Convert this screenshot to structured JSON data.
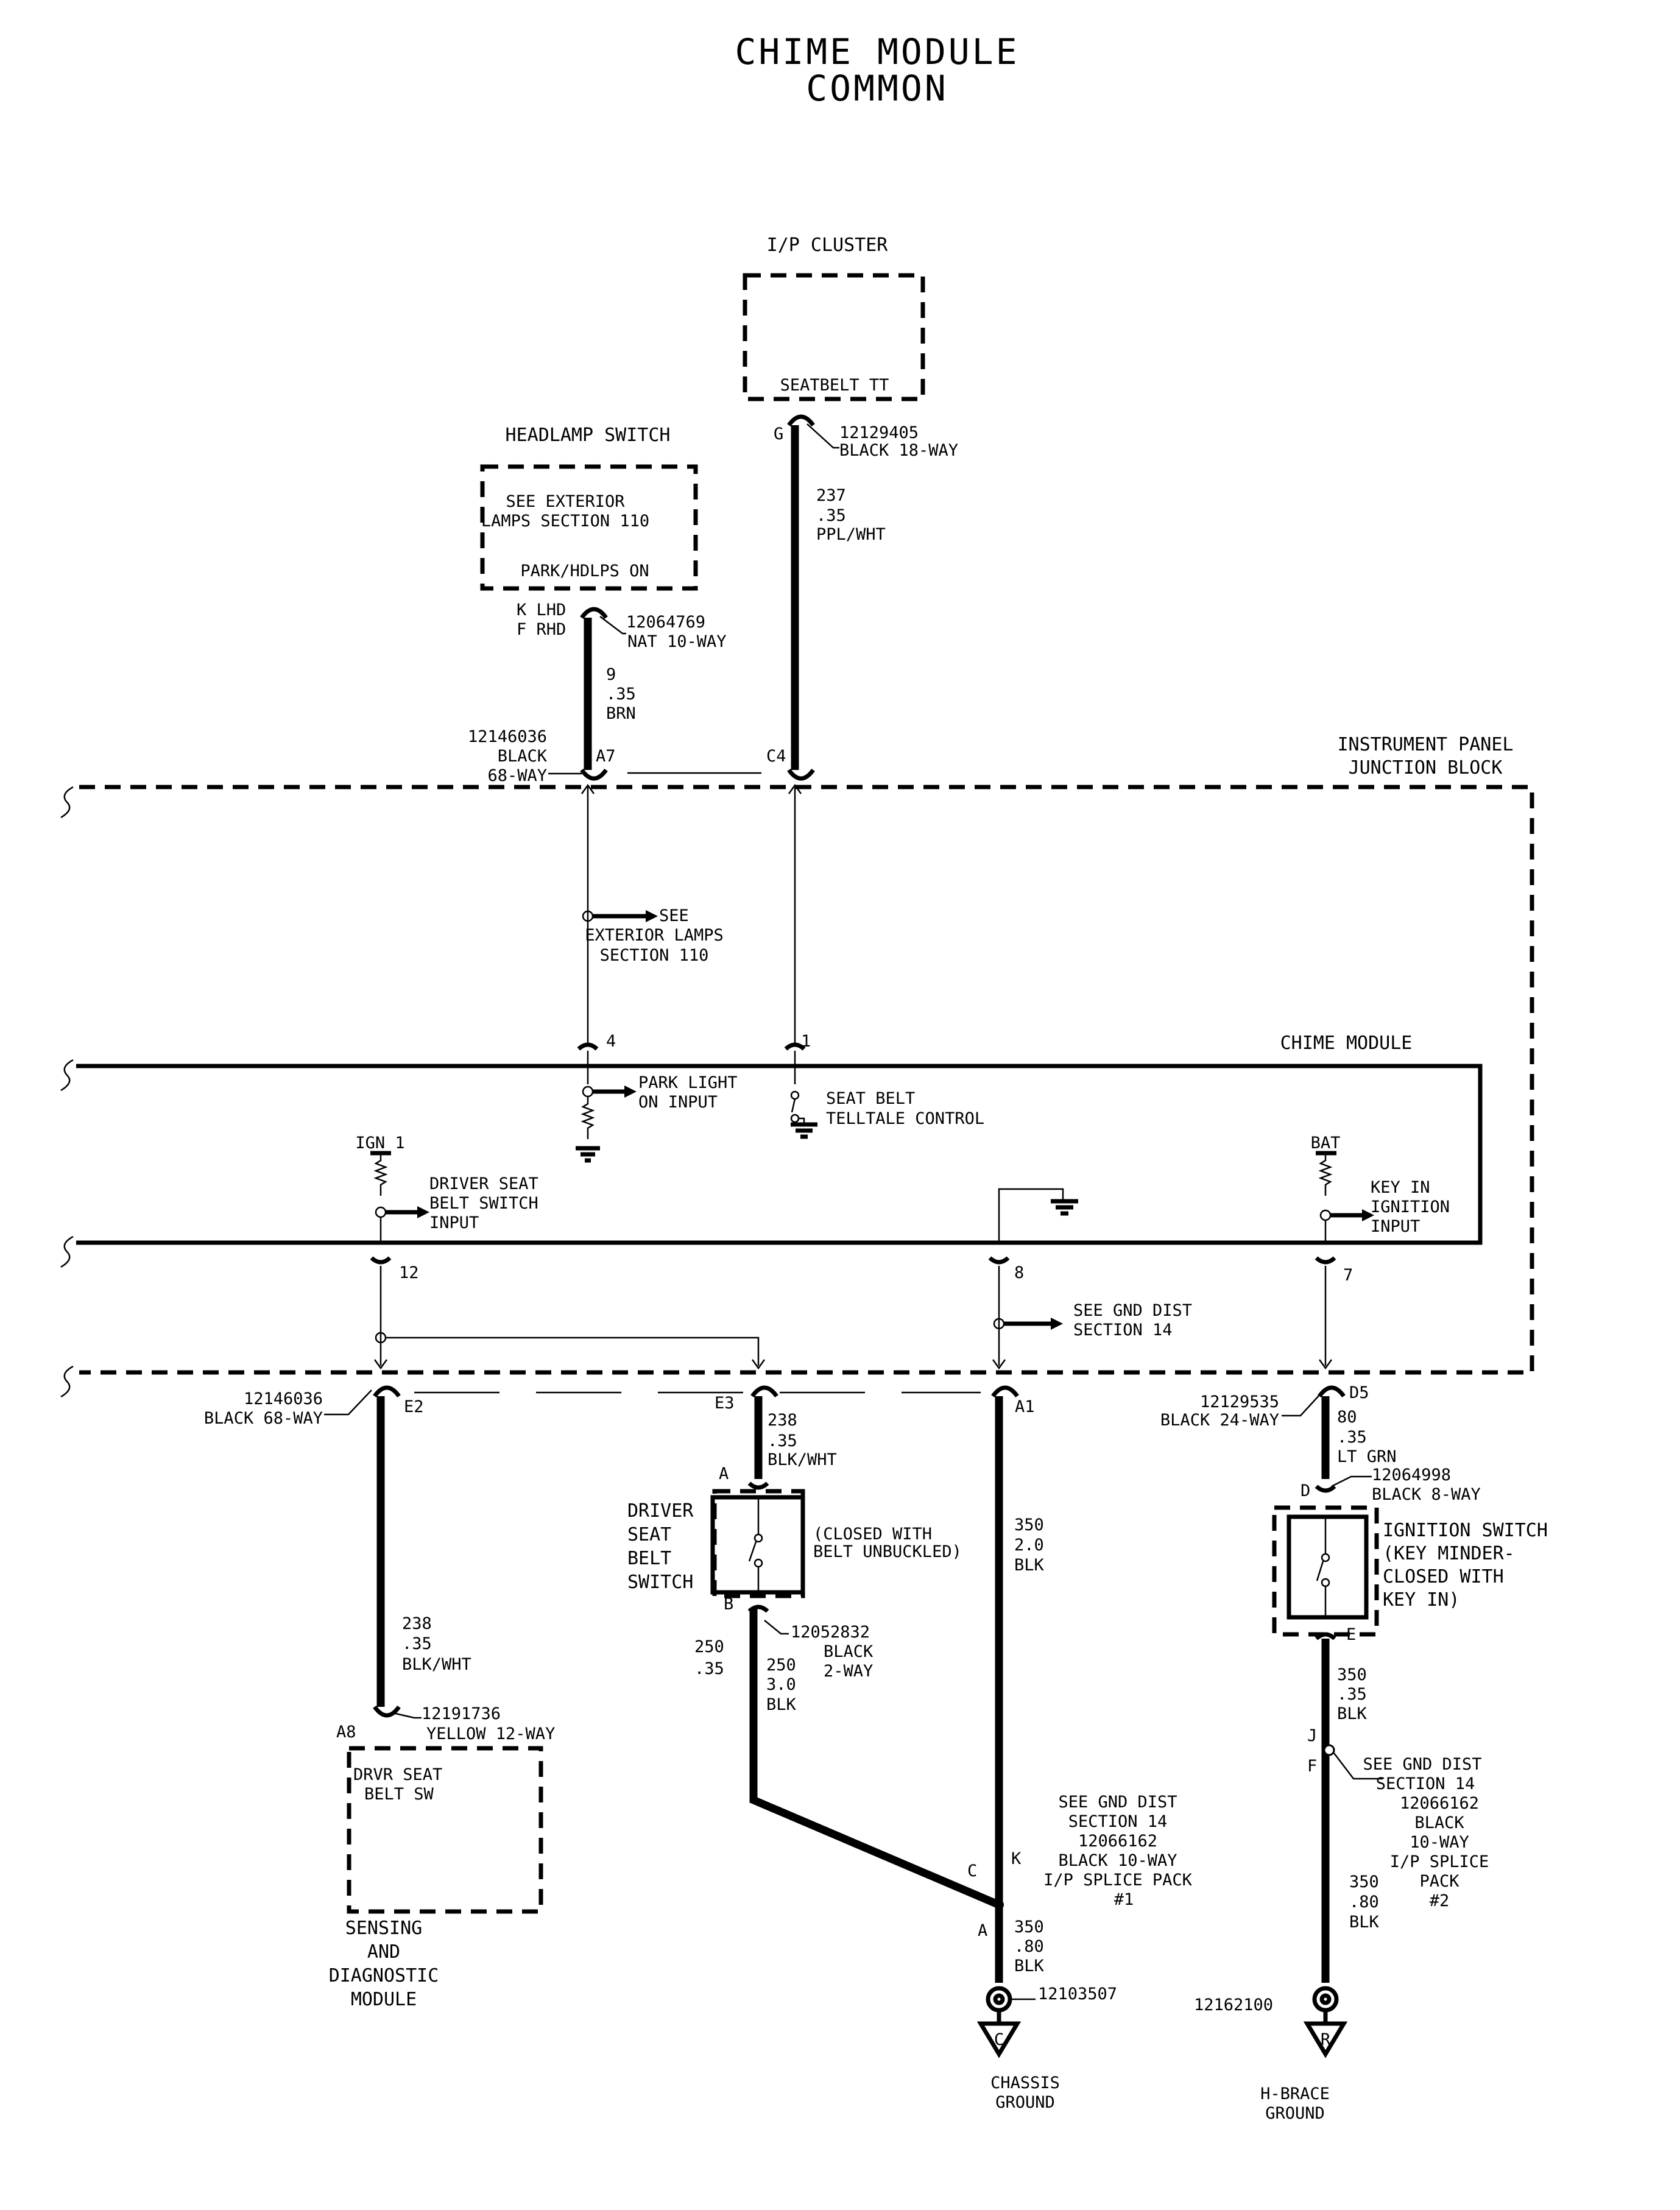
{
  "title": {
    "line1": "CHIME MODULE",
    "line2": "COMMON"
  },
  "components": {
    "ip_cluster": {
      "label": "I/P CLUSTER",
      "inner": "SEATBELT TT"
    },
    "headlamp_switch": {
      "label": "HEADLAMP SWITCH",
      "inner1": "SEE EXTERIOR",
      "inner2": "LAMPS SECTION 110",
      "inner3": "PARK/HDLPS ON"
    },
    "ipjb": {
      "label1": "INSTRUMENT PANEL",
      "label2": "JUNCTION BLOCK"
    },
    "chime_module": {
      "label": "CHIME MODULE"
    },
    "sdm": {
      "inner1": "DRVR SEAT",
      "inner2": "BELT SW",
      "label1": "SENSING",
      "label2": "AND",
      "label3": "DIAGNOSTIC",
      "label4": "MODULE"
    },
    "driver_seat_belt_switch": {
      "l1": "DRIVER",
      "l2": "SEAT",
      "l3": "BELT",
      "l4": "SWITCH",
      "note1": "(CLOSED WITH",
      "note2": "BELT UNBUCKLED)"
    },
    "ignition_switch": {
      "l1": "IGNITION SWITCH",
      "l2": "(KEY MINDER-",
      "l3": "CLOSED WITH",
      "l4": "KEY IN)"
    }
  },
  "connectors": {
    "ipc": {
      "pin": "G",
      "part": "12129405",
      "desc": "BLACK 18-WAY"
    },
    "hls": {
      "pin1": "K LHD",
      "pin2": "F RHD",
      "part": "12064769",
      "desc": "NAT 10-WAY"
    },
    "ipjb_top": {
      "part": "12146036",
      "color": "BLACK",
      "desc": "68-WAY",
      "pin_a7": "A7",
      "pin_c4": "C4"
    },
    "ipjb_bottom_left": {
      "part": "12146036",
      "desc": "BLACK 68-WAY",
      "pin_e2": "E2",
      "pin_e3": "E3",
      "pin_a1": "A1"
    },
    "ipjb_bottom_right": {
      "part": "12129535",
      "desc": "BLACK 24-WAY",
      "pin_d5": "D5"
    },
    "sdm": {
      "pin": "A8",
      "part": "12191736",
      "desc": "YELLOW 12-WAY"
    },
    "dsbs": {
      "pin_a": "A",
      "pin_b": "B",
      "part": "12052832",
      "desc1": "BLACK",
      "desc2": "2-WAY"
    },
    "ign": {
      "pin_d": "D",
      "pin_e": "E",
      "part": "12064998",
      "desc": "BLACK 8-WAY"
    },
    "splice1": {
      "pin_c": "C",
      "pin_k": "K",
      "pin_a": "A",
      "s1": "SEE GND DIST",
      "s2": "SECTION 14",
      "s3": "12066162",
      "s4": "BLACK 10-WAY",
      "s5": "I/P SPLICE PACK",
      "s6": "#1"
    },
    "splice2": {
      "pin_j": "J",
      "pin_f": "F",
      "s1": "SEE GND DIST",
      "s2": "SECTION 14",
      "s3": "12066162",
      "s4": "BLACK",
      "s5": "10-WAY",
      "s6": "I/P SPLICE",
      "s7": "PACK",
      "s8": "#2"
    }
  },
  "wires": {
    "w237": {
      "num": "237",
      "gauge": ".35",
      "color": "PPL/WHT"
    },
    "w9": {
      "num": "9",
      "gauge": ".35",
      "color": "BRN"
    },
    "w238a": {
      "num": "238",
      "gauge": ".35",
      "color": "BLK/WHT"
    },
    "w238b": {
      "num": "238",
      "gauge": ".35",
      "color": "BLK/WHT"
    },
    "w350a": {
      "num": "350",
      "gauge": "2.0",
      "color": "BLK"
    },
    "w250a": {
      "num": "250",
      "gauge": ".35"
    },
    "w250b": {
      "num": "250",
      "gauge": "3.0",
      "color": "BLK"
    },
    "w80": {
      "num": "80",
      "gauge": ".35",
      "color": "LT GRN"
    },
    "w350b": {
      "num": "350",
      "gauge": ".35",
      "color": "BLK"
    },
    "w350c": {
      "num": "350",
      "gauge": ".80",
      "color": "BLK"
    },
    "w350d": {
      "num": "350",
      "gauge": ".80",
      "color": "BLK"
    }
  },
  "internal": {
    "see_ext1": "SEE",
    "see_ext2": "EXTERIOR LAMPS",
    "see_ext3": "SECTION 110",
    "pin4": "4",
    "pin1": "1",
    "park1": "PARK LIGHT",
    "park2": "ON INPUT",
    "seat1": "SEAT BELT",
    "seat2": "TELLTALE CONTROL",
    "ign1": "IGN 1",
    "bat": "BAT",
    "drv1": "DRIVER SEAT",
    "drv2": "BELT SWITCH",
    "drv3": "INPUT",
    "key1": "KEY IN",
    "key2": "IGNITION",
    "key3": "INPUT",
    "pin12": "12",
    "pin8": "8",
    "pin7": "7",
    "gnd1": "SEE GND DIST",
    "gnd2": "SECTION 14"
  },
  "grounds": {
    "chassis": {
      "letter": "C",
      "part": "12103507",
      "l1": "CHASSIS",
      "l2": "GROUND"
    },
    "hbrace": {
      "letter": "R",
      "part": "12162100",
      "l1": "H-BRACE",
      "l2": "GROUND"
    }
  }
}
